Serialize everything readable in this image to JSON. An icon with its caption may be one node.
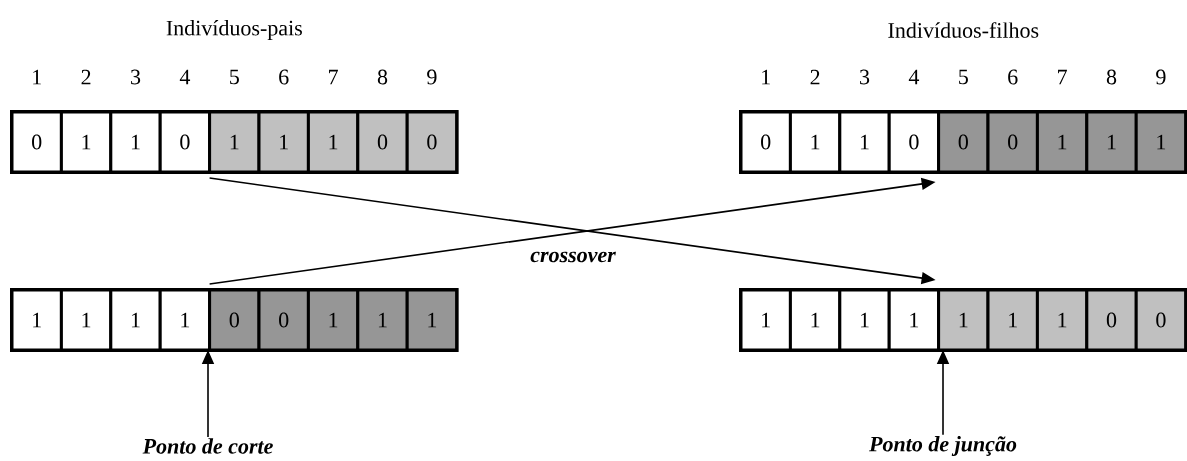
{
  "diagram": {
    "nodes": [
      {
        "text": [],
        "shape": "box"
      },
      {
        "text": [
          "0"
        ],
        "in": 0
      },
      {
        "text": [
          "1"
        ],
        "in": 0
      },
      {
        "text": [
          "1"
        ],
        "in": 0
      },
      {
        "text": [
          "0"
        ],
        "in": 0
      },
      {
        "text": [
          "1"
        ],
        "in": 0
      },
      {
        "text": [
          "1"
        ],
        "in": 0
      },
      {
        "text": [
          "1"
        ],
        "in": 0
      },
      {
        "text": [
          "0"
        ],
        "in": 0
      },
      {
        "text": [
          "0"
        ],
        "in": 0
      },
      {
        "text": [],
        "shape": "box"
      },
      {
        "text": [
          "0"
        ],
        "in": 10
      },
      {
        "text": [
          "1"
        ],
        "in": 10
      },
      {
        "text": [
          "1"
        ],
        "in": 10
      },
      {
        "text": [
          "0"
        ],
        "in": 10
      },
      {
        "text": [
          "0"
        ],
        "in": 10
      },
      {
        "text": [
          "0"
        ],
        "in": 10
      },
      {
        "text": [
          "1"
        ],
        "in": 10
      },
      {
        "text": [
          "1"
        ],
        "in": 10
      },
      {
        "text": [
          "1"
        ],
        "in": 10
      },
      {
        "text": [],
        "shape": "box"
      },
      {
        "text": [
          "1"
        ],
        "in": 20
      },
      {
        "text": [
          "1"
        ],
        "in": 20
      },
      {
        "text": [
          "1"
        ],
        "in": 20
      },
      {
        "text": [
          "1"
        ],
        "in": 20
      },
      {
        "text": [
          "0"
        ],
        "in": 20
      },
      {
        "text": [
          "0"
        ],
        "in": 20
      },
      {
        "text": [
          "1"
        ],
        "in": 20
      },
      {
        "text": [
          "1"
        ],
        "in": 20
      },
      {
        "text": [
          "1"
        ],
        "in": 20
      },
      {
        "text": [],
        "shape": "box"
      },
      {
        "text": [
          "1"
        ],
        "in": 30
      },
      {
        "text": [
          "1"
        ],
        "in": 30
      },
      {
        "text": [
          "1"
        ],
        "in": 30
      },
      {
        "text": [
          "1"
        ],
        "in": 30
      },
      {
        "text": [
          "1"
        ],
        "in": 30
      },
      {
        "text": [
          "1"
        ],
        "in": 30
      },
      {
        "text": [
          "1"
        ],
        "in": 30
      },
      {
        "text": [
          "0"
        ],
        "in": 30
      },
      {
        "text": [
          "0"
        ],
        "in": 30
      },
      {
        "text": [
          "Ponto de corte"
        ]
      },
      {
        "text": [
          "Ponto de junção"
        ]
      }
    ],
    "edges": [
      {
        "from": 0,
        "to": 30,
        "arrow": "to"
      },
      {
        "from": 20,
        "to": 10,
        "arrow": "to"
      },
      {
        "from": 40,
        "to": 20,
        "arrow": "to"
      },
      {
        "from": 41,
        "to": 30,
        "arrow": "to"
      }
    ],
    "labels": [
      "Indivíduos-pais",
      "Indivíduos-filhos",
      "1",
      "2",
      "3",
      "4",
      "5",
      "6",
      "7",
      "8",
      "9",
      "1",
      "2",
      "3",
      "4",
      "5",
      "6",
      "7",
      "8",
      "9",
      "crossover"
    ]
  }
}
